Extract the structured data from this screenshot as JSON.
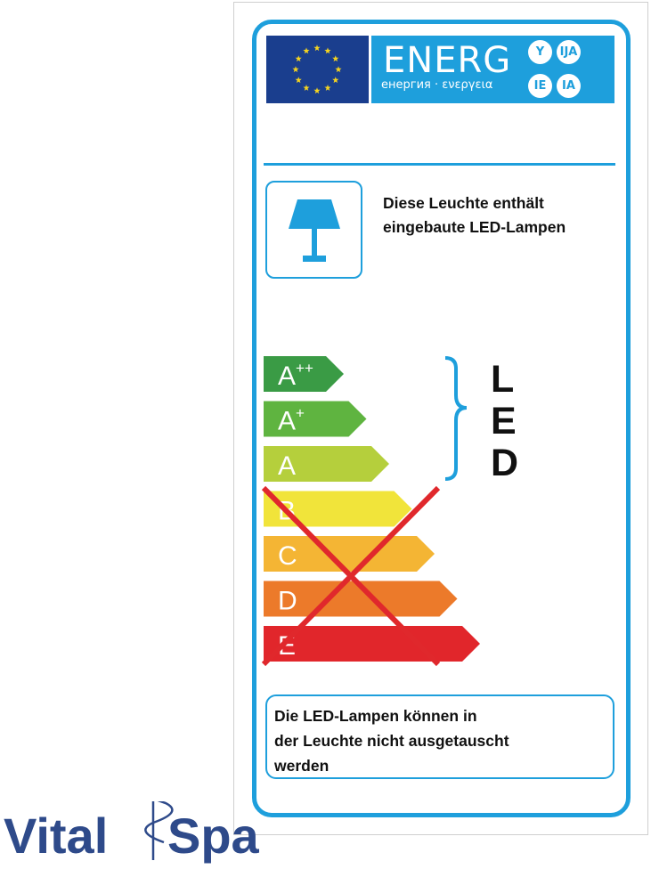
{
  "header": {
    "energy_word": "ENERG",
    "energy_subtitle": "енергия · ενεργεια",
    "language_badges": [
      "Y",
      "IJA",
      "IE",
      "IA"
    ]
  },
  "lamp_notice": {
    "line1": "Diese Leuchte enthält",
    "line2": "eingebaute LED-Lampen",
    "icon": "table-lamp-icon"
  },
  "efficiency_scale": {
    "classes": [
      {
        "letter": "A",
        "suffix": "++",
        "color": "#3a9b45",
        "crossed": false
      },
      {
        "letter": "A",
        "suffix": "+",
        "color": "#5fb440",
        "crossed": false
      },
      {
        "letter": "A",
        "suffix": "",
        "color": "#b5cf3c",
        "crossed": false
      },
      {
        "letter": "B",
        "suffix": "",
        "color": "#f1e43a",
        "crossed": true
      },
      {
        "letter": "C",
        "suffix": "",
        "color": "#f4b534",
        "crossed": true
      },
      {
        "letter": "D",
        "suffix": "",
        "color": "#ec7a2a",
        "crossed": true
      },
      {
        "letter": "E",
        "suffix": "",
        "color": "#e1262b",
        "crossed": true
      }
    ],
    "bracket_label": [
      "L",
      "E",
      "D"
    ],
    "cross_color": "#e0282c"
  },
  "replace_notice": {
    "line1": "Die LED-Lampen können in",
    "line2": "der Leuchte nicht ausgetauscht",
    "line3": "werden"
  },
  "brand": {
    "left": "Vital",
    "right": "Spa"
  },
  "colors": {
    "accent": "#1e9fdc",
    "eu_blue": "#1a3e8e",
    "star": "#f5d41f",
    "brand_blue": "#2e4a8a"
  }
}
